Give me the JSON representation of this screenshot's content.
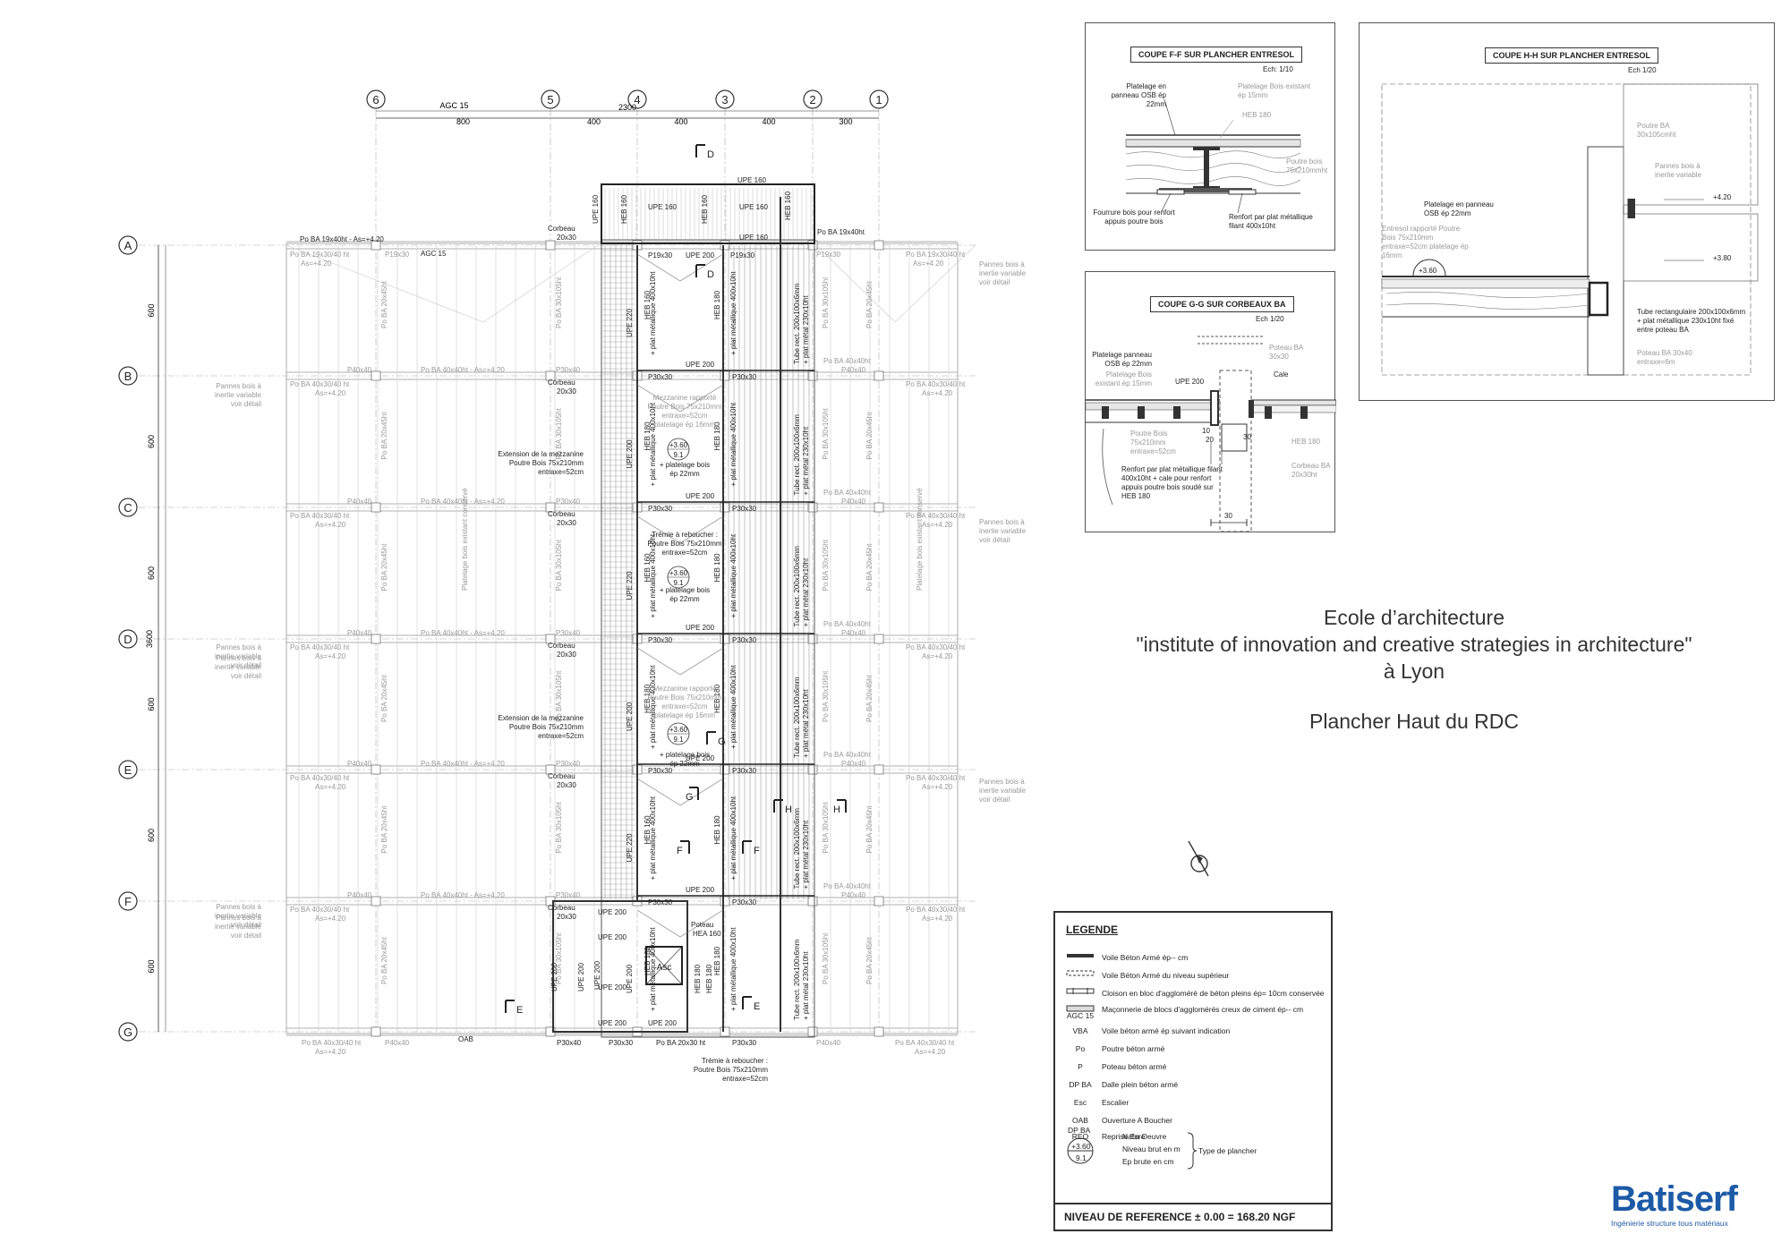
{
  "title": {
    "line1": "Ecole d’architecture",
    "line2": "\"institute of innovation and creative strategies in architecture\"",
    "line3": "à Lyon",
    "line4": "Plancher Haut du RDC"
  },
  "grid": {
    "columns": [
      "6",
      "5",
      "4",
      "3",
      "2",
      "1"
    ],
    "rows": [
      "A",
      "B",
      "C",
      "D",
      "E",
      "F",
      "G"
    ],
    "col_spacings": [
      "800",
      "400",
      "400",
      "400",
      "300"
    ],
    "total_width": "2300",
    "row_spacings": [
      "600",
      "600",
      "600",
      "600",
      "600",
      "600"
    ],
    "total_height": "3600",
    "col_top_label": "AGC 15"
  },
  "plan_labels": {
    "upe160": "UPE 160",
    "upe200": "UPE 200",
    "upe220": "UPE 220",
    "heb160": "HEB 160",
    "heb180": "HEB 180",
    "hea160": "Poteau HEA 160",
    "corbeau": "Corbeau 20x30",
    "p19x30": "P19x30",
    "p30x30": "P30x30",
    "p30x40": "P30x40",
    "p40x40": "P40x40",
    "po_top": "Po BA 19x40ht - As=+4.20",
    "po_row": "Po BA 40x40ht - As=+4.20",
    "po_side": "Po BA 40x30/40 ht As=+4.20",
    "po_side_top": "Po BA 19x30/40 ht As=+4.20",
    "po_vert": "Po BA 20x45ht",
    "po_vert2": "Po BA 30x105ht",
    "pannes": "Pannes bois à inertie variable voir détail",
    "tube": "Tube rect. 200x100x6mm + plat métal 230x10ht",
    "plat": "+ plat métallique 400x10ht",
    "extension": "Extension de la mezzanine Poutre Bois 75x210mm entraxe=52cm",
    "mezzanine": "Mezzanine rapporté Poutre Bois 75x210mm entraxe=52cm platelage ép 16mm",
    "tremie": "Trémie à reboucher : Poutre Bois 75x210mm entraxe=52cm",
    "platelage": "+ platelage bois ép 22mm",
    "platelage_exist": "Platelage bois existant conservé",
    "asc": "Asc",
    "oab": "OAB",
    "po_bottom": "Po BA 20x30 ht",
    "level_top": "+3.60",
    "level_bot": "9.1",
    "cut_d": "D",
    "cut_e": "E",
    "cut_f": "F",
    "cut_g": "G",
    "cut_h": "H"
  },
  "section_ff": {
    "title": "COUPE F-F SUR PLANCHER ENTRESOL",
    "scale": "Ech: 1/10",
    "l1": "Platelage en panneau OSB ép 22mm",
    "l2": "Platelage Bois existant ép 15mm",
    "l3": "HEB 180",
    "l4": "Poutre bois 75x210mmht",
    "l5": "Fourrure bois pour renfort appuis poutre bois",
    "l6": "Renfort par plat métallique filant 400x10ht"
  },
  "section_gg": {
    "title": "COUPE G-G SUR CORBEAUX BA",
    "scale": "Ech 1/20",
    "l1": "Platelage panneau OSB ép 22mm",
    "l2": "Platelage Bois existant ép 15mm",
    "l3": "UPE 200",
    "l4": "Poteau BA 30x30",
    "l5": "Cale",
    "l6": "Poutre Bois 75x210mm entraxe=52cm",
    "l7": "HEB 180",
    "l8": "Renfort par plat métallique filant 400x10ht + cale pour renfort appuis poutre bois soudé sur HEB 180",
    "l9": "Corbeau BA 20x30ht",
    "d1": "10",
    "d2": "20",
    "d3": "30",
    "d4": "30"
  },
  "section_hh": {
    "title": "COUPE H-H SUR PLANCHER ENTRESOL",
    "scale": "Ech 1/20",
    "l1": "Poutre BA 30x105cmht",
    "l2": "Pannes bois à inertie variable",
    "l3": "Platelage en panneau OSB ép 22mm",
    "l4": "Entresol rapporté Poutre Bois 75x210mm entraxe=52cm platelage ép 16mm",
    "l5": "+4.20",
    "l6": "+3.80",
    "l7": "+3.60",
    "l8": "Tube rectangulaire 200x100x6mm + plat métallique 230x10ht fixé entre poteau BA",
    "l9": "Poteau BA 30x40 entraxe=6m"
  },
  "legend": {
    "title": "LEGENDE",
    "items": [
      {
        "code": "",
        "text": "Voile Béton Armé ép-- cm"
      },
      {
        "code": "",
        "text": "Voile Béton Armé du niveau supérieur"
      },
      {
        "code": "",
        "text": "Cloison en bloc d'aggloméré de béton pleins ép= 10cm conservée"
      },
      {
        "code": "AGC 15",
        "text": "Maçonnerie de blocs d'agglomérés creux de ciment ép-- cm"
      },
      {
        "code": "VBA",
        "text": "Voile béton armé ép suivant indication"
      },
      {
        "code": "Po",
        "text": "Poutre béton armé"
      },
      {
        "code": "P",
        "text": "Poteau béton armé"
      },
      {
        "code": "DP BA",
        "text": "Dalle plein béton armé"
      },
      {
        "code": "Esc",
        "text": "Escalier"
      },
      {
        "code": "OAB",
        "text": "Ouverture A Boucher"
      },
      {
        "code": "REO",
        "text": "Reprise En Oeuvre"
      }
    ],
    "ptype_code": "DP BA",
    "ptype_level": "+3.60",
    "ptype_ep": "9.1",
    "ptype_nature": "Nature",
    "ptype_niveau": "Niveau brut en m",
    "ptype_epais": "Ep brute en cm",
    "ptype_label": "Type de plancher",
    "reference": "NIVEAU DE REFERENCE ± 0.00 = 168.20     NGF"
  },
  "logo": {
    "brand": "Batiserf",
    "tagline": "Ingénierie structure tous matériaux"
  }
}
